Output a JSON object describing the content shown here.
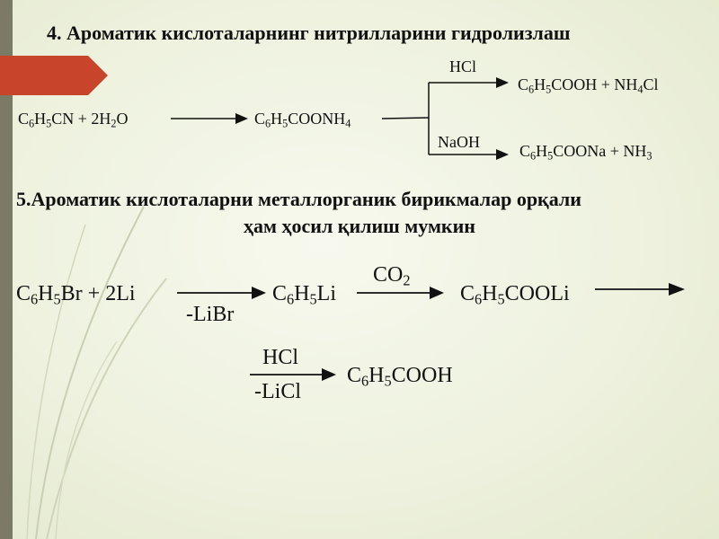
{
  "section4": {
    "title": "4. Ароматик кислоталарнинг нитрилларини гидролизлаш",
    "reactant": {
      "a": "C",
      "b": "6",
      "c": "H",
      "d": "5",
      "e": "CN  +  2H",
      "f": "2",
      "g": "O"
    },
    "intermediate": {
      "a": "C",
      "b": "6",
      "c": "H",
      "d": "5",
      "e": "COONH",
      "f": "4"
    },
    "branch_top": {
      "reagent": "HCl",
      "product": {
        "a": "C",
        "b": "6",
        "c": "H",
        "d": "5",
        "e": "COOH  +  NH",
        "f": "4",
        "g": "Cl"
      }
    },
    "branch_bottom": {
      "reagent": "NaOH",
      "product": {
        "a": "C",
        "b": "6",
        "c": "H",
        "d": "5",
        "e": "COONa  +  NH",
        "f": "3"
      }
    }
  },
  "section5": {
    "title_line1": "5.Ароматик кислоталарни металлорганик бирикмалар орқали",
    "title_line2": "ҳам ҳосил қилиш мумкин",
    "reactant": {
      "a": "C",
      "b": "6",
      "c": "H",
      "d": "5",
      "e": "Br  +  2Li"
    },
    "byproduct1": "-LiBr",
    "intermediate": {
      "a": "C",
      "b": "6",
      "c": "H",
      "d": "5",
      "e": "Li"
    },
    "reagent_co2": {
      "a": "CO",
      "b": "2"
    },
    "product_salt": {
      "a": "C",
      "b": "6",
      "c": "H",
      "d": "5",
      "e": "COOLi"
    },
    "reagent_hcl": "HCl",
    "byproduct2": "-LiCl",
    "final_product": {
      "a": "C",
      "b": "6",
      "c": "H",
      "d": "5",
      "e": "COOH"
    }
  }
}
